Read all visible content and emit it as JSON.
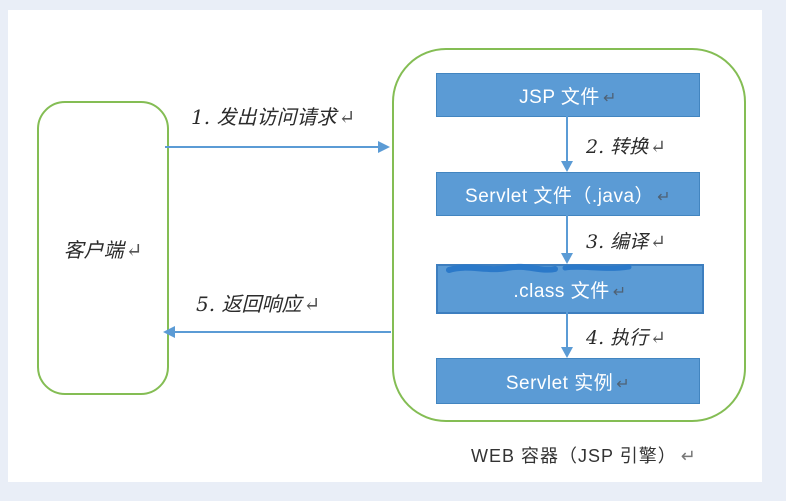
{
  "colors": {
    "page_background": "#e9eef7",
    "panel_background": "#ffffff",
    "green_border": "#84bd54",
    "process_box_fill": "#5b9bd5",
    "arrow_blue": "#5b9bd5",
    "scribble_blue": "#2b79c9",
    "box_text": "#ffffff",
    "label_text": "#2b2b2b"
  },
  "marks": {
    "return": "↵"
  },
  "client": {
    "label": "客户端"
  },
  "web_container": {
    "caption": "WEB 容器（JSP 引擎）",
    "boxes": [
      {
        "label": "JSP 文件"
      },
      {
        "label": "Servlet 文件（.java）"
      },
      {
        "label": ".class 文件"
      },
      {
        "label": "Servlet 实例"
      }
    ]
  },
  "arrows": {
    "request": {
      "label": "1. 发出访问请求"
    },
    "translate": {
      "label": "2. 转换"
    },
    "compile": {
      "label": "3. 编译"
    },
    "execute": {
      "label": "4. 执行"
    },
    "response": {
      "label": "5. 返回响应"
    }
  }
}
